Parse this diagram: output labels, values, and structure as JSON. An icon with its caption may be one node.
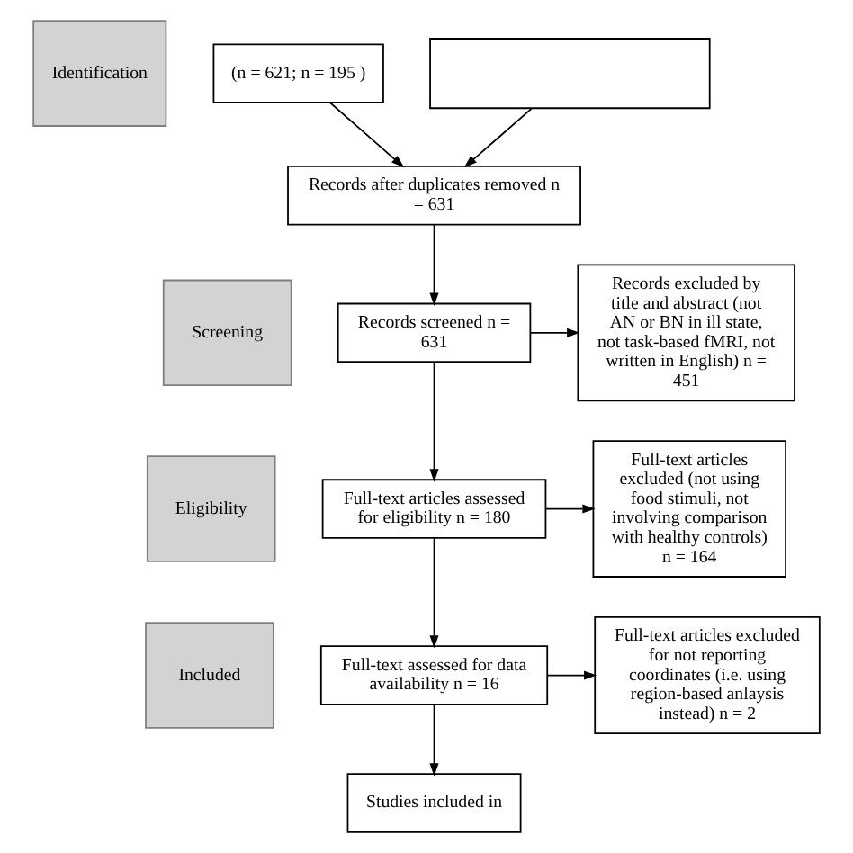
{
  "diagram": {
    "nodes": [
      {
        "text": [
          "Identification"
        ]
      },
      {
        "text": [
          "Screening"
        ]
      },
      {
        "text": [
          "Eligibility"
        ]
      },
      {
        "text": [
          "Included"
        ]
      },
      {
        "text": [
          "(n = 621; n = 195 )"
        ]
      },
      {
        "text": [],
        "shape": "box"
      },
      {
        "text": [
          "Records after duplicates removed n = 631"
        ]
      },
      {
        "text": [
          "Records screened n = 631"
        ]
      },
      {
        "text": [
          "Records excluded by title and abstract (not AN or BN in ill state, not task-based fMRI, not written in English) n = 451"
        ]
      },
      {
        "text": [
          "Full-text articles assessed for eligibility n = 180"
        ]
      },
      {
        "text": [
          "Full-text articles excluded (not using food stimuli, not involving comparison with healthy controls) n = 164"
        ]
      },
      {
        "text": [
          "Full-text assessed for data availability n = 16"
        ]
      },
      {
        "text": [
          "Full-text articles excluded for not reporting coordinates (i.e. using region-based anlaysis instead) n = 2"
        ]
      },
      {
        "text": [
          "Studies included in"
        ]
      }
    ],
    "edges": [
      {
        "from": 4,
        "to": 6,
        "arrow": "to"
      },
      {
        "from": 5,
        "to": 6,
        "arrow": "to"
      },
      {
        "from": 6,
        "to": 7,
        "arrow": "to"
      },
      {
        "from": 7,
        "to": 8,
        "arrow": "to"
      },
      {
        "from": 7,
        "to": 9,
        "arrow": "to"
      },
      {
        "from": 9,
        "to": 10,
        "arrow": "to"
      },
      {
        "from": 9,
        "to": 11,
        "arrow": "to"
      },
      {
        "from": 11,
        "to": 12,
        "arrow": "to"
      },
      {
        "from": 11,
        "to": 13,
        "arrow": "to"
      }
    ]
  }
}
